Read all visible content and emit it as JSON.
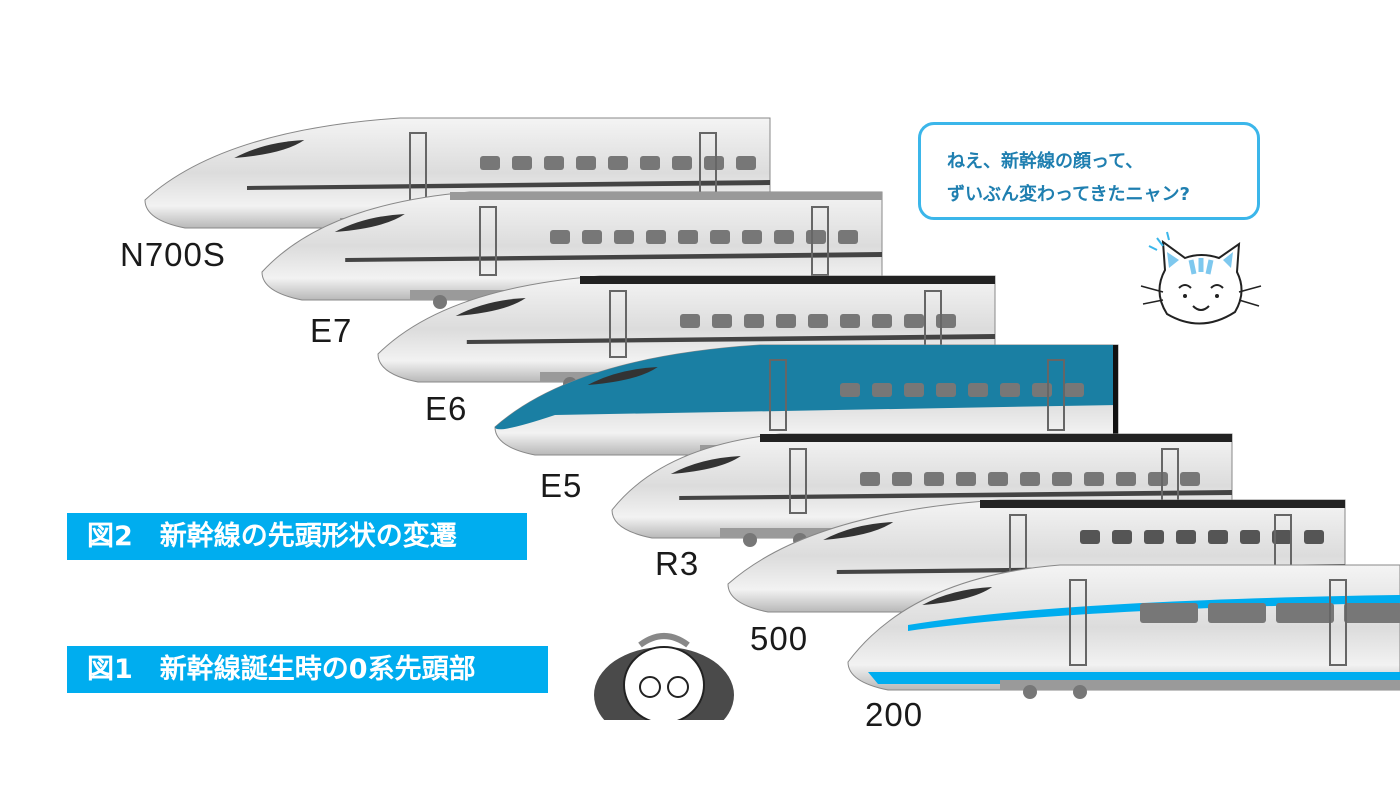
{
  "trains": [
    {
      "name": "N700S"
    },
    {
      "name": "E7"
    },
    {
      "name": "E6"
    },
    {
      "name": "E5"
    },
    {
      "name": "R3"
    },
    {
      "name": "500"
    },
    {
      "name": "200"
    }
  ],
  "figures": {
    "fig2": "図2　新幹線の先頭形状の変遷",
    "fig1": "図1　新幹線誕生時の0系先頭部"
  },
  "speech_bubble": {
    "line1": "ねえ、新幹線の顔って、",
    "line2": "ずいぶん変わってきたニャン?"
  },
  "colors": {
    "accent_blue": "#00adef",
    "e5_green": "#1a7fa3",
    "bubble_border": "#3bb6ea"
  }
}
